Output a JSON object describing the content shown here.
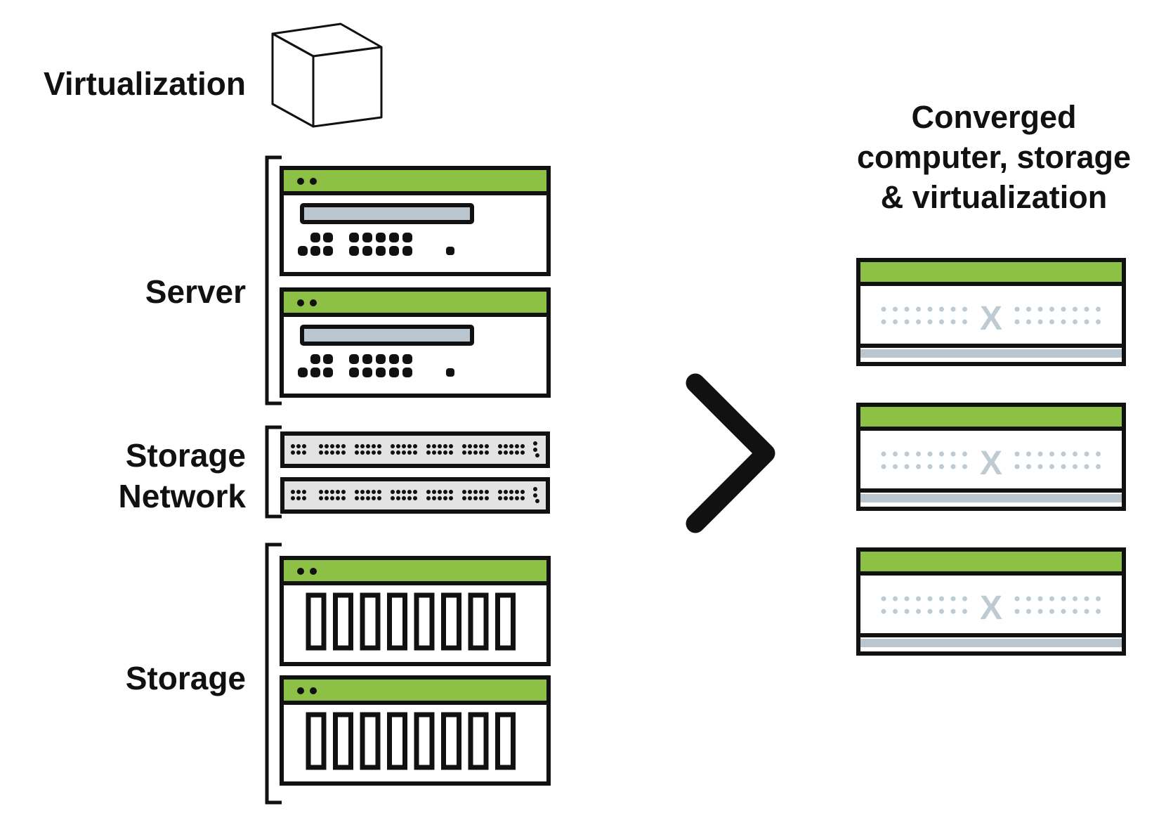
{
  "labels": {
    "virtualization": "Virtualization",
    "server": "Server",
    "storage_network_line1": "Storage",
    "storage_network_line2": "Network",
    "storage": "Storage"
  },
  "converged_title": {
    "line1": "Converged",
    "line2": "computer, storage",
    "line3": "& virtualization"
  },
  "converged_unit_mark": "X",
  "colors": {
    "outline": "#111111",
    "accent_green": "#8dc145",
    "panel_blue_gray": "#b9c6cf",
    "network_fill": "#e3e3e3",
    "converged_dots": "#bfcbd3"
  },
  "icons": {
    "virtualization": "cube-icon",
    "server": "server-rack-icon",
    "storage_network": "network-switch-icon",
    "storage": "disk-array-icon",
    "arrow": "chevron-right-icon",
    "converged": "converged-appliance-icon"
  }
}
